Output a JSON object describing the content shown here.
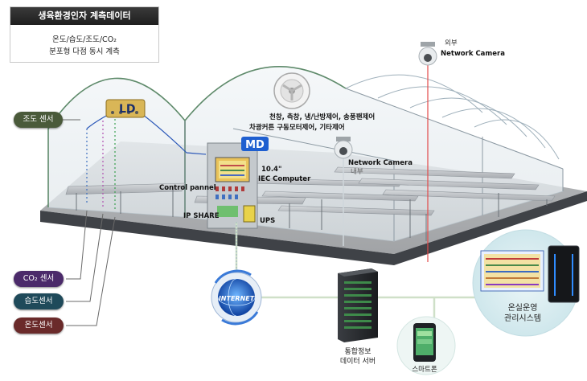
{
  "title_box": {
    "heading": "생육환경인자 계측데이터",
    "line1": "온도/습도/조도/CO₂",
    "line2": "분포형 다점 동시 계측"
  },
  "sensors": {
    "light": "조도 센서",
    "co2": "CO₂ 센서",
    "humidity": "습도센서",
    "temperature": "온도센서"
  },
  "greenhouse": {
    "ld_label": "LD",
    "md_label": "MD",
    "control_functions_line1": "천창, 측창, 냉/난방제어, 송풍팬제어",
    "control_functions_line2": "차광커튼 구동모터제어, 기타제어",
    "computer_label_line1": "10.4\"",
    "computer_label_line2": "IEC Computer",
    "control_panel_label": "Control pannel",
    "ip_share_label": "IP SHARE",
    "ups_label": "UPS",
    "internal_camera_label": "Network Camera",
    "internal_camera_sub": "내부"
  },
  "external_camera": {
    "sub": "외부",
    "label": "Network Camera"
  },
  "internet_label": "INTERNET",
  "server": {
    "line1": "통합정보",
    "line2": "데이터 서버"
  },
  "smartphone_label": "스마트폰",
  "management": {
    "line1": "온실운영",
    "line2": "관리시스템"
  },
  "colors": {
    "title_bar": "#2a2a2a",
    "light_sensor": "#4a5a3a",
    "co2_sensor": "#4b2a6a",
    "humidity_sensor": "#1f4a5a",
    "temperature_sensor": "#6a2a2a",
    "camera_line": "#e24a4a",
    "md_badge": "#2f6fd6",
    "ld_badge": "#e2b33a"
  }
}
